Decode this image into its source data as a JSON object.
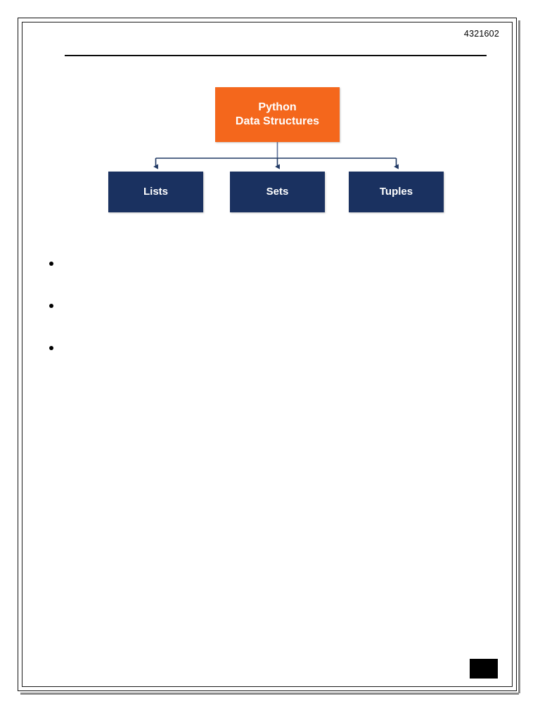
{
  "page": {
    "doc_number": "4321602",
    "background_color": "#ffffff",
    "border_color": "#111111"
  },
  "header": {
    "rule_color": "#0b0b0b"
  },
  "diagram": {
    "title": "Python Data Structures hierarchy",
    "root": {
      "line1": "Python",
      "line2": "Data Structures",
      "fill_color": "#F4671C",
      "text_color": "#ffffff"
    },
    "connector_color": "#1F3864",
    "children": [
      {
        "label": "Lists",
        "fill_color": "#1A3160",
        "text_color": "#ffffff"
      },
      {
        "label": "Sets",
        "fill_color": "#1A3160",
        "text_color": "#ffffff"
      },
      {
        "label": "Tuples",
        "fill_color": "#1A3160",
        "text_color": "#ffffff"
      }
    ]
  },
  "bullets": [
    {
      "text": ""
    },
    {
      "text": ""
    },
    {
      "text": ""
    }
  ],
  "footer": {
    "redaction_color": "#000000"
  }
}
